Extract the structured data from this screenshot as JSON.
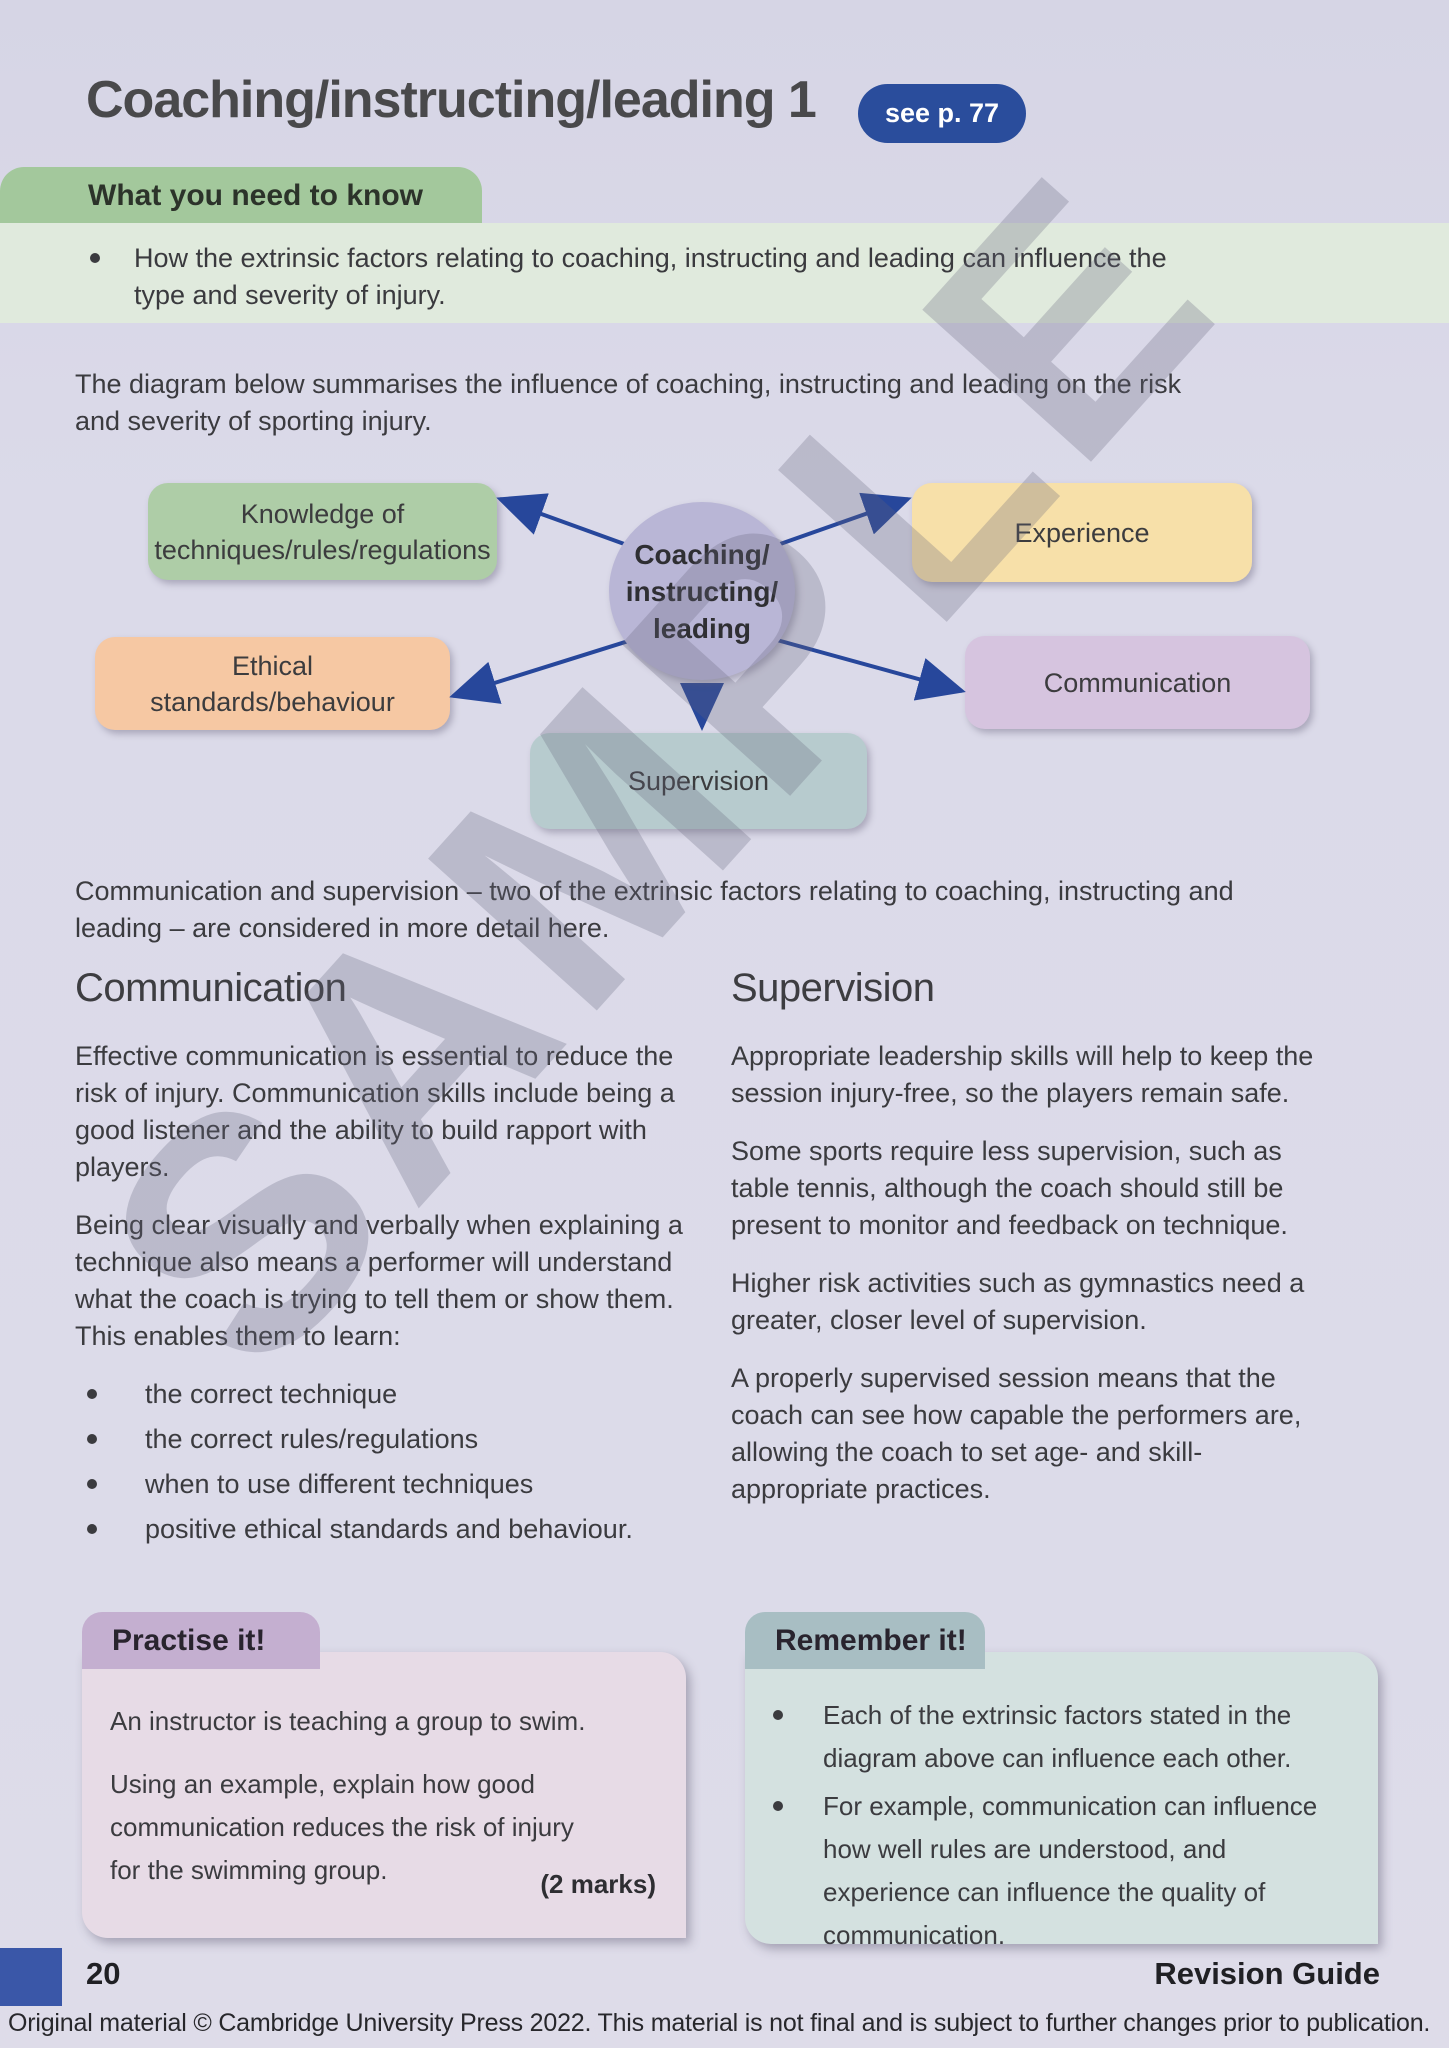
{
  "page": {
    "title": "Coaching/instructing/leading 1",
    "page_ref_badge": "see p. 77",
    "watermark": "SAMPLE"
  },
  "know_box": {
    "heading": "What you need to know",
    "bullet": "How the extrinsic factors relating to coaching, instructing and leading can influence the type and severity of injury."
  },
  "intro": "The diagram below summarises the influence of coaching, instructing and leading on the risk and severity of sporting injury.",
  "diagram": {
    "center_line1": "Coaching/",
    "center_line2": "instructing/",
    "center_line3": "leading",
    "nodes": [
      {
        "label": "Knowledge of techniques/rules/regulations",
        "color": "#aecda7"
      },
      {
        "label": "Experience",
        "color": "#f7e0a9"
      },
      {
        "label": "Ethical standards/behaviour",
        "color": "#f6c8a3"
      },
      {
        "label": "Communication",
        "color": "#d6c4df"
      },
      {
        "label": "Supervision",
        "color": "#b7cbce"
      }
    ],
    "arrow_color": "#27479b"
  },
  "detail_para": "Communication and supervision – two of the extrinsic factors relating to coaching, instructing and leading – are considered in more detail here.",
  "sections": {
    "communication": {
      "heading": "Communication",
      "p1": "Effective communication is essential to reduce the risk of injury. Communication skills include being a good listener and the ability to build rapport with players.",
      "p2": "Being clear visually and verbally when explaining a technique also means a performer will understand what the coach is trying to tell them or show them. This enables them to learn:",
      "bullets": [
        "the correct technique",
        "the correct rules/regulations",
        "when to use different techniques",
        "positive ethical standards and behaviour."
      ]
    },
    "supervision": {
      "heading": "Supervision",
      "p1": "Appropriate leadership skills will help to keep the session injury-free, so the players remain safe.",
      "p2": "Some sports require less supervision, such as table tennis, although the coach should still be present to monitor and feedback on technique.",
      "p3": "Higher risk activities such as gymnastics need a greater, closer level of supervision.",
      "p4": "A properly supervised session means that the coach can see how capable the performers are, allowing the coach to set age- and skill-appropriate practices."
    }
  },
  "practise": {
    "heading": "Practise it!",
    "p1": "An instructor is teaching a group to swim.",
    "p2": "Using an example, explain how good communication reduces the risk of injury for the swimming group.",
    "marks": "(2 marks)",
    "badge_color": "#c4afd0"
  },
  "remember": {
    "heading": "Remember it!",
    "bullets": [
      "Each of the extrinsic factors stated in the diagram above can influence each other.",
      "For example, communication can influence how well rules are understood, and experience can influence the quality of communication."
    ],
    "badge_color": "#a8bec3"
  },
  "footer": {
    "page_number": "20",
    "label": "Revision Guide",
    "copyright": "Original material © Cambridge University Press 2022. This material is not final and is subject to further changes prior to publication."
  }
}
